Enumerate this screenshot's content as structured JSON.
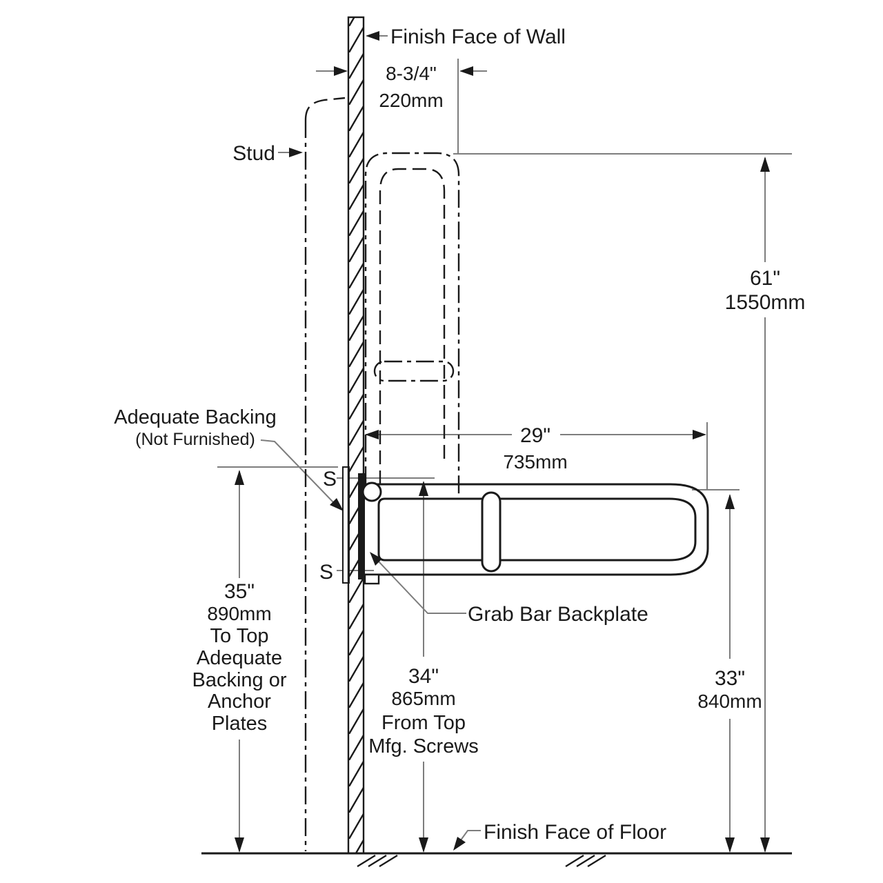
{
  "diagram": {
    "labels": {
      "finish_face_of_wall": "Finish Face of Wall",
      "stud": "Stud",
      "adequate_backing": "Adequate Backing",
      "adequate_backing_note": "(Not Furnished)",
      "screw_top": "S",
      "screw_bottom": "S",
      "grab_bar_backplate": "Grab Bar Backplate",
      "finish_face_of_floor": "Finish Face of Floor"
    },
    "dimensions": {
      "wall_to_bar": {
        "in": "8-3/4\"",
        "mm": "220mm"
      },
      "raised_height": {
        "in": "61\"",
        "mm": "1550mm"
      },
      "bar_length": {
        "in": "29\"",
        "mm": "735mm"
      },
      "backing_height": {
        "in": "35\"",
        "mm": "890mm",
        "notes": [
          "To Top",
          "Adequate",
          "Backing or",
          "Anchor",
          "Plates"
        ]
      },
      "screw_height": {
        "in": "34\"",
        "mm": "865mm",
        "notes": [
          "From Top",
          "Mfg. Screws"
        ]
      },
      "lowered_height": {
        "in": "33\"",
        "mm": "840mm"
      }
    },
    "colors": {
      "object_line": "#1a1a1a",
      "dimension_line": "#7d7d7d",
      "background": "#ffffff"
    }
  }
}
